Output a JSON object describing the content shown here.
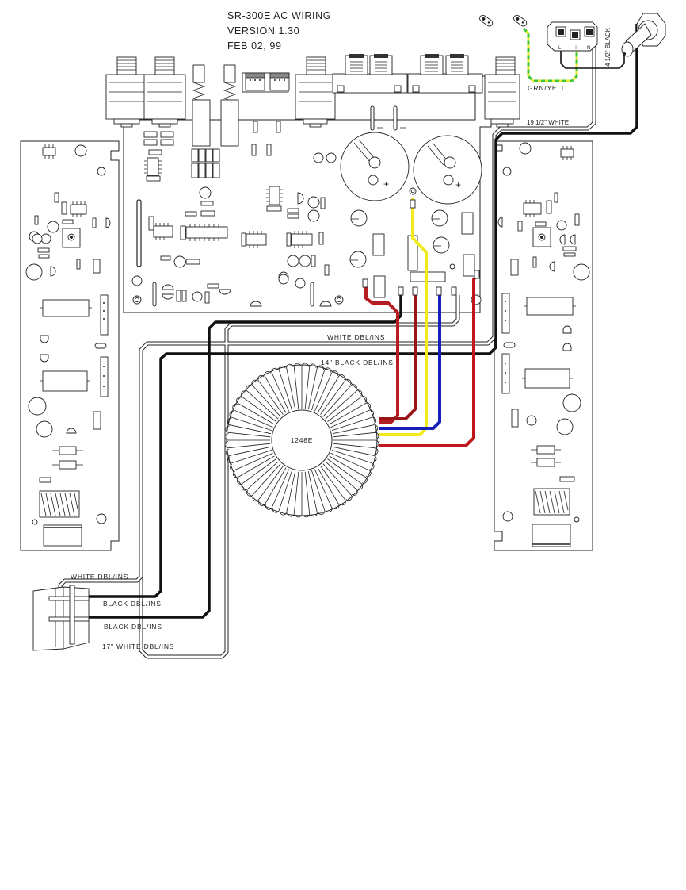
{
  "header": {
    "title": "SR-300E AC WIRING",
    "version": "VERSION 1.30",
    "date": "FEB 02, 99"
  },
  "labels": {
    "grn_yell": "GRN/YELL",
    "black_4_5": "4 1/2\" BLACK",
    "white_19_5": "19 1/2\" WHITE",
    "white_dbl_ins_center": "WHITE  DBL/INS",
    "black_14_dbl_ins": "14\" BLACK DBL/INS",
    "transformer": "1248E",
    "white_dbl_ins_switch": "WHITE  DBL/INS",
    "black_dbl_ins_1": "BLACK DBL/INS",
    "black_dbl_ins_2": "BLACK DBL/INS",
    "white_17_dbl_ins": "17\" WHITE  DBL/INS"
  },
  "power_inlet": {
    "terminals": [
      "L",
      "⏚",
      "N"
    ]
  },
  "wire_colors": {
    "red": "#c0171c",
    "dark_red": "#9b1518",
    "yellow": "#f2ea1a",
    "blue": "#1620b8",
    "black": "#111111",
    "white": "#ffffff",
    "ground_green": "#3cc43c",
    "ground_yellow": "#e8ea2a"
  }
}
